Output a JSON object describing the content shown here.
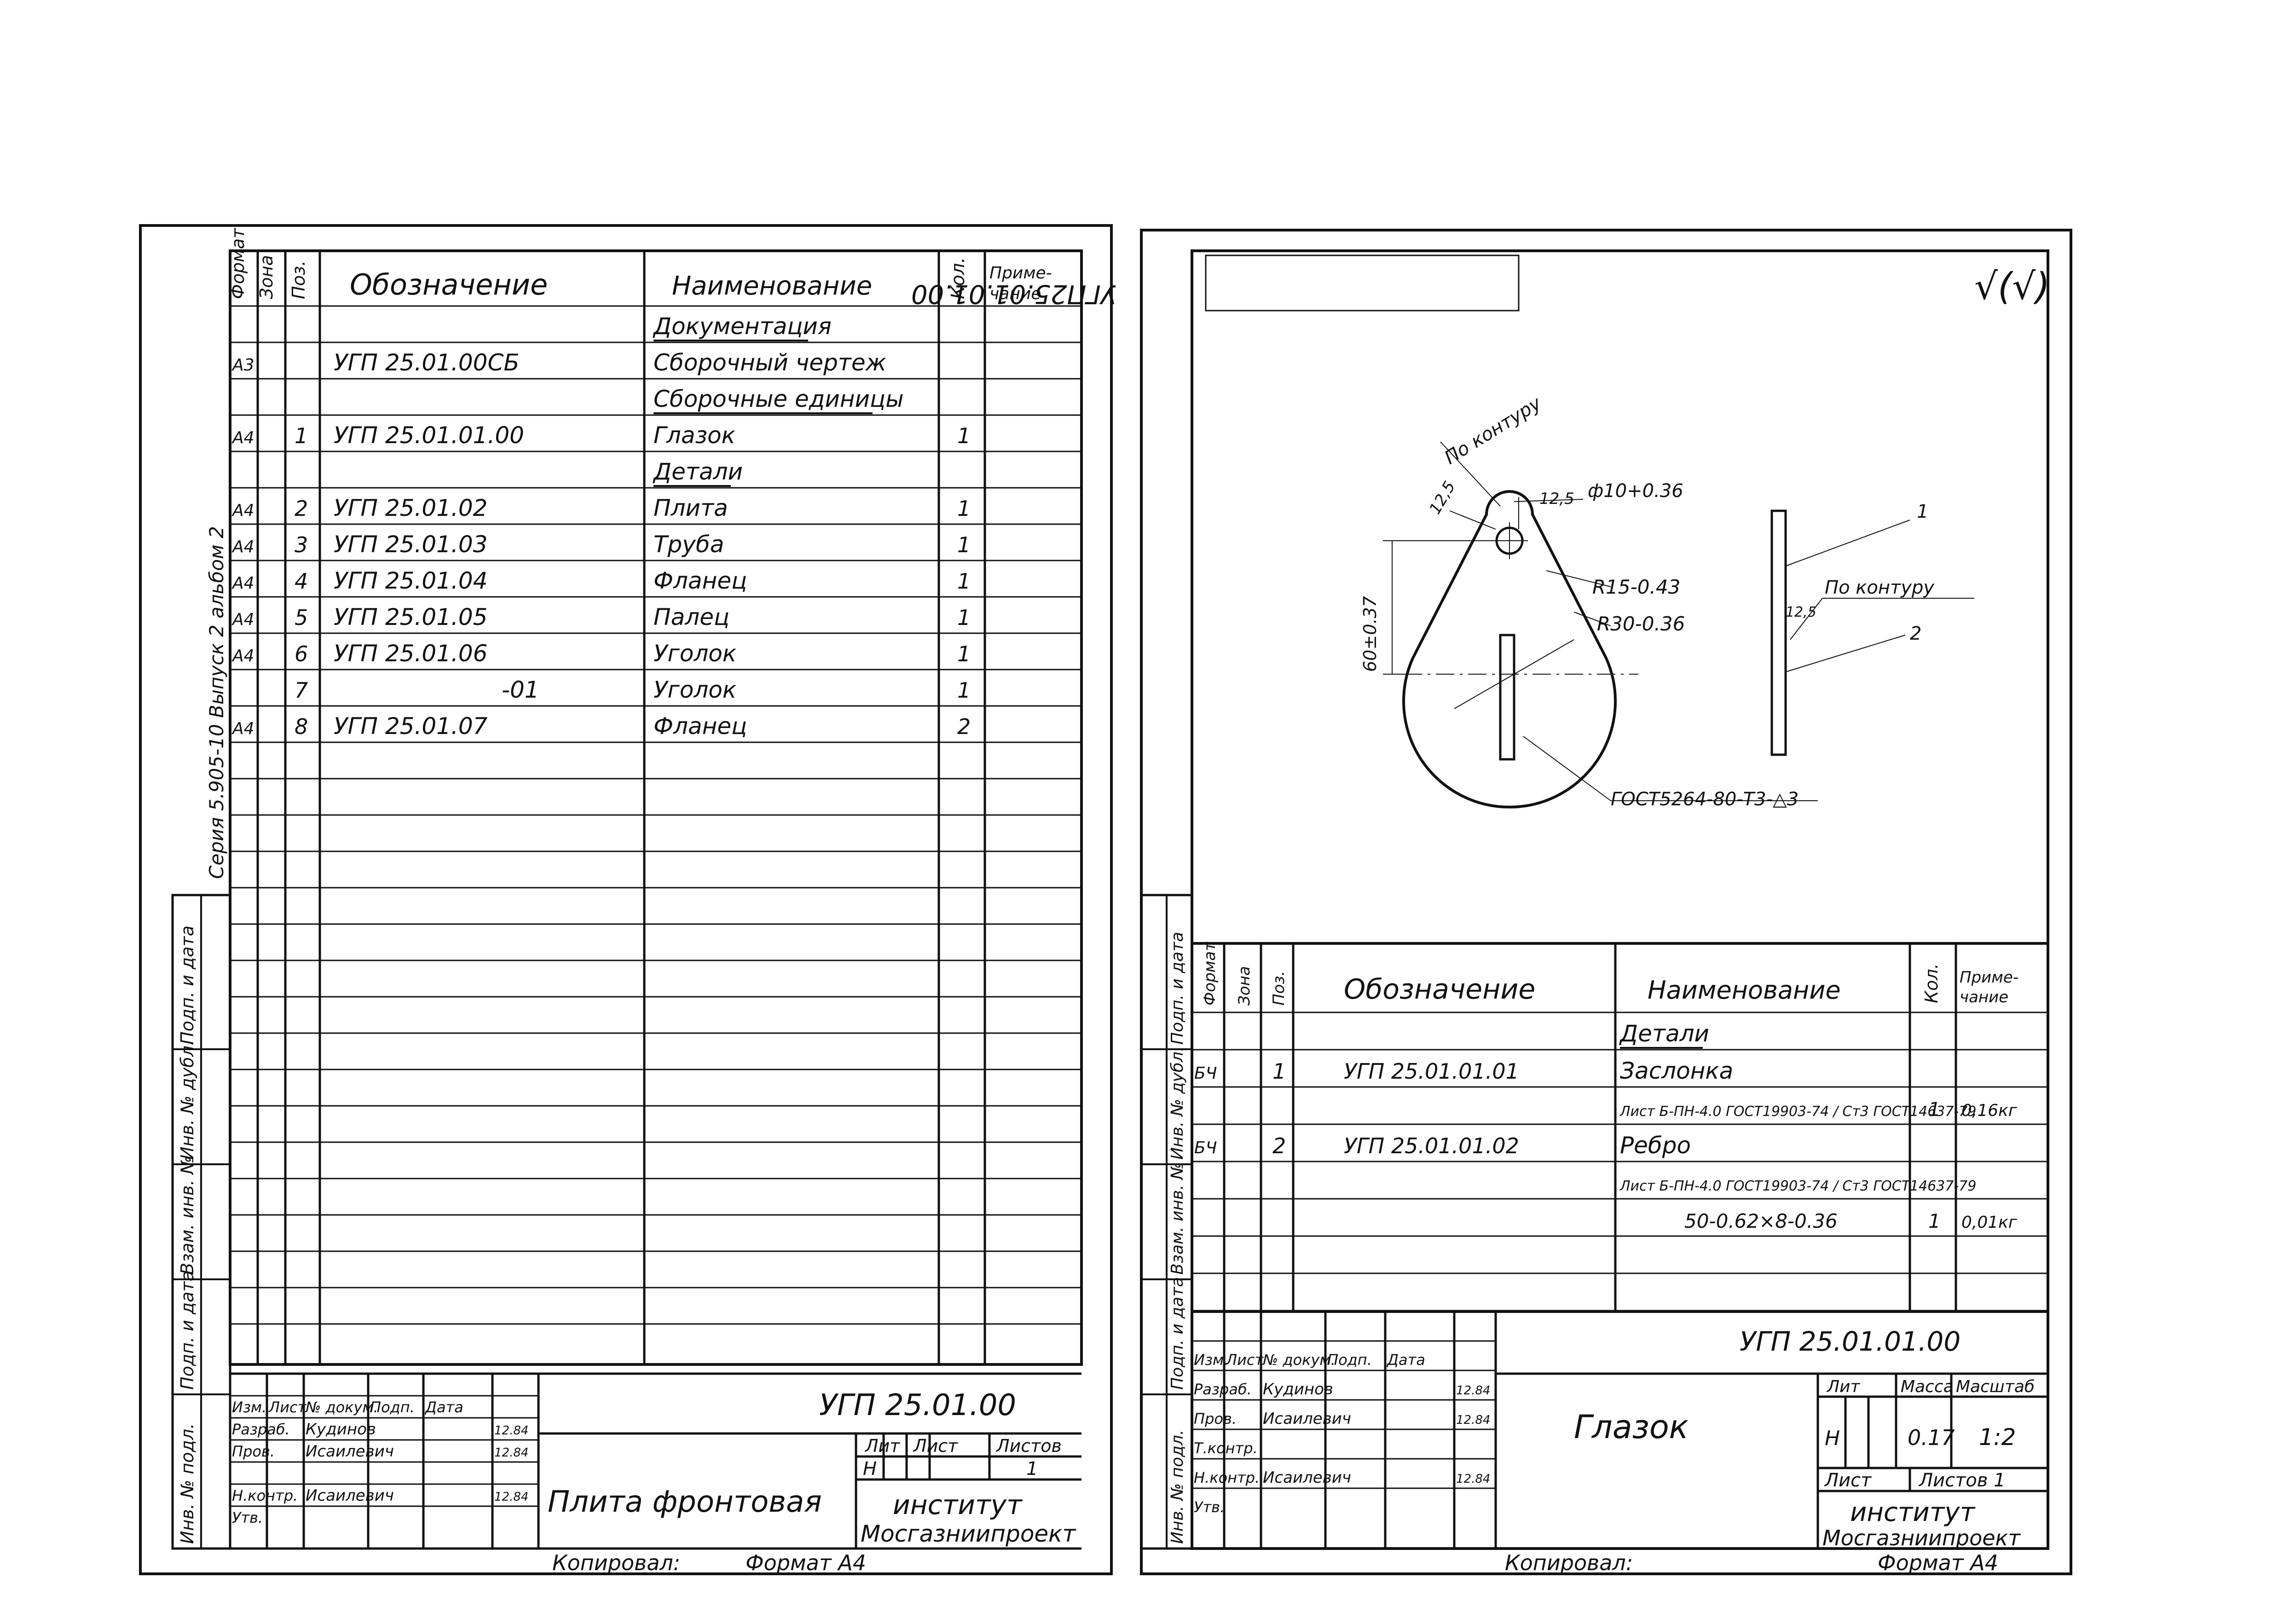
{
  "left_sheet": {
    "spec_headers": {
      "format": "Формат",
      "zone": "Зона",
      "pos": "Поз.",
      "designation": "Обозначение",
      "name": "Наименование",
      "qty": "Кол.",
      "note": "Приме-\nчание"
    },
    "rows": [
      {
        "format": "",
        "pos": "",
        "designation": "",
        "name": "Документация",
        "qty": "",
        "underline": true
      },
      {
        "format": "А3",
        "pos": "",
        "designation": "УГП 25.01.00СБ",
        "name": "Сборочный чертеж",
        "qty": ""
      },
      {
        "format": "",
        "pos": "",
        "designation": "",
        "name": "Сборочные единицы",
        "qty": "",
        "underline": true
      },
      {
        "format": "А4",
        "pos": "1",
        "designation": "УГП 25.01.01.00",
        "name": "Глазок",
        "qty": "1"
      },
      {
        "format": "",
        "pos": "",
        "designation": "",
        "name": "Детали",
        "qty": "",
        "underline": true
      },
      {
        "format": "А4",
        "pos": "2",
        "designation": "УГП 25.01.02",
        "name": "Плита",
        "qty": "1"
      },
      {
        "format": "А4",
        "pos": "3",
        "designation": "УГП 25.01.03",
        "name": "Труба",
        "qty": "1"
      },
      {
        "format": "А4",
        "pos": "4",
        "designation": "УГП 25.01.04",
        "name": "Фланец",
        "qty": "1"
      },
      {
        "format": "А4",
        "pos": "5",
        "designation": "УГП 25.01.05",
        "name": "Палец",
        "qty": "1"
      },
      {
        "format": "А4",
        "pos": "6",
        "designation": "УГП 25.01.06",
        "name": "Уголок",
        "qty": "1"
      },
      {
        "format": "",
        "pos": "7",
        "designation": "-01",
        "name": "Уголок",
        "qty": "1"
      },
      {
        "format": "А4",
        "pos": "8",
        "designation": "УГП 25.01.07",
        "name": "Фланец",
        "qty": "2"
      }
    ],
    "side_labels": [
      "Инв. № подл.",
      "Подп. и дата",
      "Взам. инв. №",
      "Инв. № дубл.",
      "Подп. и дата"
    ],
    "series_text": "Серия 5.905-10 Выпуск 2 альбом 2",
    "title_block": {
      "code": "УГП 25.01.00",
      "title": "Плита фронтовая",
      "headers": [
        "Изм.",
        "Лист",
        "№ докум.",
        "Подп.",
        "Дата"
      ],
      "people": [
        {
          "role": "Разраб.",
          "name": "Кудинов",
          "date": "12.84"
        },
        {
          "role": "Пров.",
          "name": "Исаилевич",
          "date": "12.84"
        },
        {
          "role": "",
          "name": "",
          "date": ""
        },
        {
          "role": "Н.контр.",
          "name": "Исаилевич",
          "date": "12.84"
        },
        {
          "role": "Утв.",
          "name": "",
          "date": ""
        }
      ],
      "lit_headers": [
        "Лит",
        "Лист",
        "Листов"
      ],
      "lit": "Н",
      "sheets": "1",
      "org_line1": "институт",
      "org_line2": "Мосгазниипроект"
    },
    "copied": "Копировал:",
    "format": "Формат А4"
  },
  "right_sheet": {
    "top_code": "УГП25.01.01.00",
    "roughness": "√(√)",
    "drawing": {
      "weld_all_round": "По контуру",
      "weld_contour": "По контуру",
      "roughness_1": "12,5",
      "roughness_2": "12,5",
      "roughness_3": "12,5",
      "hole": "ф10+0.36",
      "r1": "R15-0.43",
      "r2": "R30-0.36",
      "dim_height": "60±0.37",
      "weld_std": "ГОСТ5264-80-Т3-△3",
      "lead_1": "1",
      "lead_2": "2"
    },
    "spec_headers": {
      "format": "Формат",
      "zone": "Зона",
      "pos": "Поз.",
      "designation": "Обозначение",
      "name": "Наименование",
      "qty": "Кол.",
      "note": "Приме-\nчание"
    },
    "rows": [
      {
        "format": "",
        "pos": "",
        "designation": "",
        "name": "Детали",
        "qty": "",
        "note": "",
        "underline": true
      },
      {
        "format": "БЧ",
        "pos": "1",
        "designation": "УГП 25.01.01.01",
        "name": "Заслонка",
        "qty": "",
        "note": ""
      },
      {
        "format": "",
        "pos": "",
        "designation": "",
        "name": "Лист Б-ПН-4.0 ГОСТ19903-74 / Ст3 ГОСТ14637-79",
        "qty": "1",
        "note": "0,16кг"
      },
      {
        "format": "БЧ",
        "pos": "2",
        "designation": "УГП 25.01.01.02",
        "name": "Ребро",
        "qty": "",
        "note": ""
      },
      {
        "format": "",
        "pos": "",
        "designation": "",
        "name": "Лист Б-ПН-4.0 ГОСТ19903-74 / Ст3 ГОСТ14637-79",
        "qty": "",
        "note": ""
      },
      {
        "format": "",
        "pos": "",
        "designation": "",
        "name": "50-0.62×8-0.36",
        "qty": "1",
        "note": "0,01кг"
      }
    ],
    "side_labels": [
      "Инв. № подл.",
      "Подп. и дата",
      "Взам. инв. №",
      "Инв. № дубл.",
      "Подп. и дата"
    ],
    "title_block": {
      "code": "УГП 25.01.01.00",
      "title": "Глазок",
      "headers": [
        "Изм.",
        "Лист",
        "№ докум.",
        "Подп.",
        "Дата"
      ],
      "people": [
        {
          "role": "Разраб.",
          "name": "Кудинов",
          "date": "12.84"
        },
        {
          "role": "Пров.",
          "name": "Исаилевич",
          "date": "12.84"
        },
        {
          "role": "Т.контр.",
          "name": "",
          "date": ""
        },
        {
          "role": "Н.контр.",
          "name": "Исаилевич",
          "date": "12.84"
        },
        {
          "role": "Утв.",
          "name": "",
          "date": ""
        }
      ],
      "lit_headers": [
        "Лит",
        "Масса",
        "Масштаб"
      ],
      "lit": "Н",
      "mass": "0.17",
      "scale": "1:2",
      "sheet_label": "Лист",
      "sheets_label": "Листов 1",
      "org_line1": "институт",
      "org_line2": "Мосгазниипроект"
    },
    "copied": "Копировал:",
    "format": "Формат А4"
  }
}
